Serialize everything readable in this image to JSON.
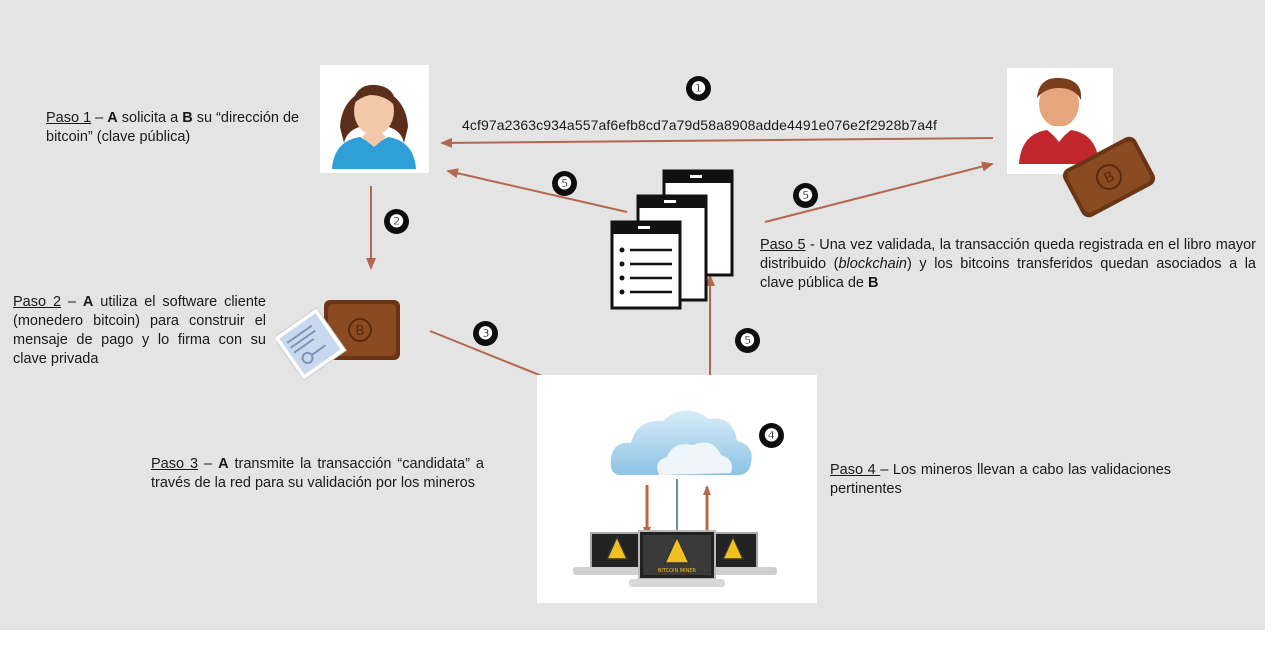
{
  "hash": "4cf97a2363c934a557af6efb8cd7a79d58a8908adde4491e076e2f2928b7a4f",
  "steps": {
    "paso1": {
      "prefix": "Paso 1",
      "dash": " – ",
      "bold": "A",
      "text1": " solicita a ",
      "bold2": "B",
      "text2": " su “dirección de bitcoin” (clave pública)"
    },
    "paso2": {
      "prefix": "Paso 2",
      "dash": " – ",
      "bold": "A",
      "text": " utiliza el software cliente (monedero bitcoin) para construir el mensaje de pago y lo firma con su clave privada"
    },
    "paso3": {
      "prefix": "Paso 3",
      "dash": " – ",
      "bold": "A",
      "text": " transmite la transacción “candidata” a través de la red para su validación por los mineros"
    },
    "paso4": {
      "prefix": "Paso 4 ",
      "dash": "– ",
      "text": "Los mineros llevan a cabo las validaciones pertinentes"
    },
    "paso5": {
      "prefix": "Paso 5",
      "dash": " - ",
      "text1": "Una vez validada, la transacción queda registrada en el libro mayor distribuido (",
      "italic": "blockchain",
      "text2": ") y los bitcoins transferidos quedan asociados a la clave pública de ",
      "bold": "B"
    }
  },
  "markers": {
    "m1": "❶",
    "m2": "❷",
    "m3": "❸",
    "m4": "❹",
    "m5a": "❺",
    "m5b": "❺",
    "m5c": "❺"
  },
  "labels": {
    "miner_screen": "BITCOIN MINER"
  },
  "colors": {
    "arrow": "#b3674d",
    "background": "#e4e4e4",
    "marker": "#0d0d0d"
  }
}
